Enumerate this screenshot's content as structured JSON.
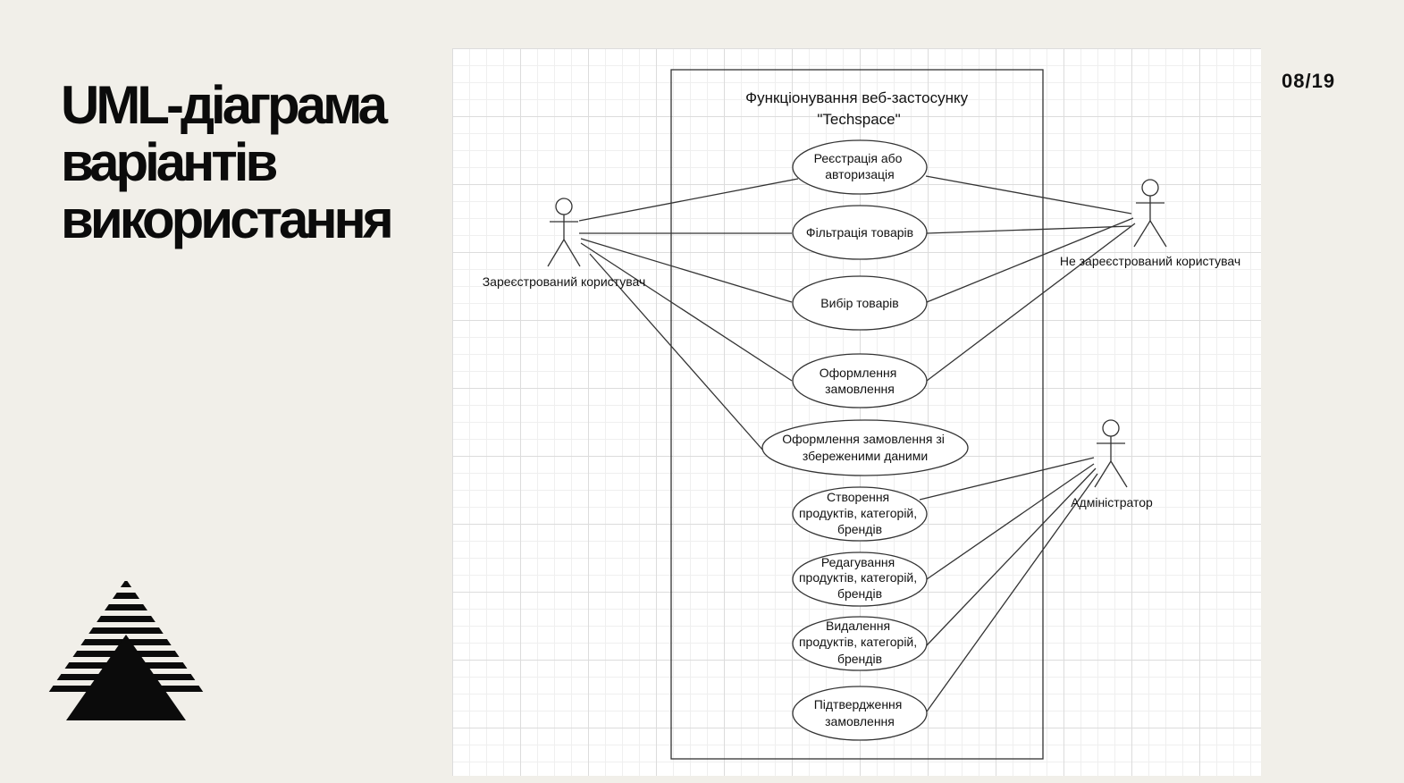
{
  "slide": {
    "title_lines": [
      "UML-діаграма",
      "варіантів",
      "використання"
    ],
    "page_number": "08/19"
  },
  "diagram": {
    "system_title_lines": [
      "Функціонування веб-застосунку",
      "\"Techspace\""
    ],
    "actors": {
      "registered": "Зареєстрований користувач",
      "unregistered": "Не зареєстрований користувач",
      "admin": "Адміністратор"
    },
    "use_cases": {
      "auth": [
        "Реєстрація або",
        "авторизація"
      ],
      "filter": [
        "Фільтрація товарів"
      ],
      "select": [
        "Вибір товарів"
      ],
      "order": [
        "Оформлення",
        "замовлення"
      ],
      "order_saved": [
        "Оформлення замовлення зі",
        "збереженими даними"
      ],
      "create": [
        "Створення",
        "продуктів, категорій,",
        "брендів"
      ],
      "edit": [
        "Редагування",
        "продуктів, категорій,",
        "брендів"
      ],
      "delete": [
        "Видалення",
        "продуктів, категорій,",
        "брендів"
      ],
      "confirm": [
        "Підтвердження",
        "замовлення"
      ]
    }
  }
}
